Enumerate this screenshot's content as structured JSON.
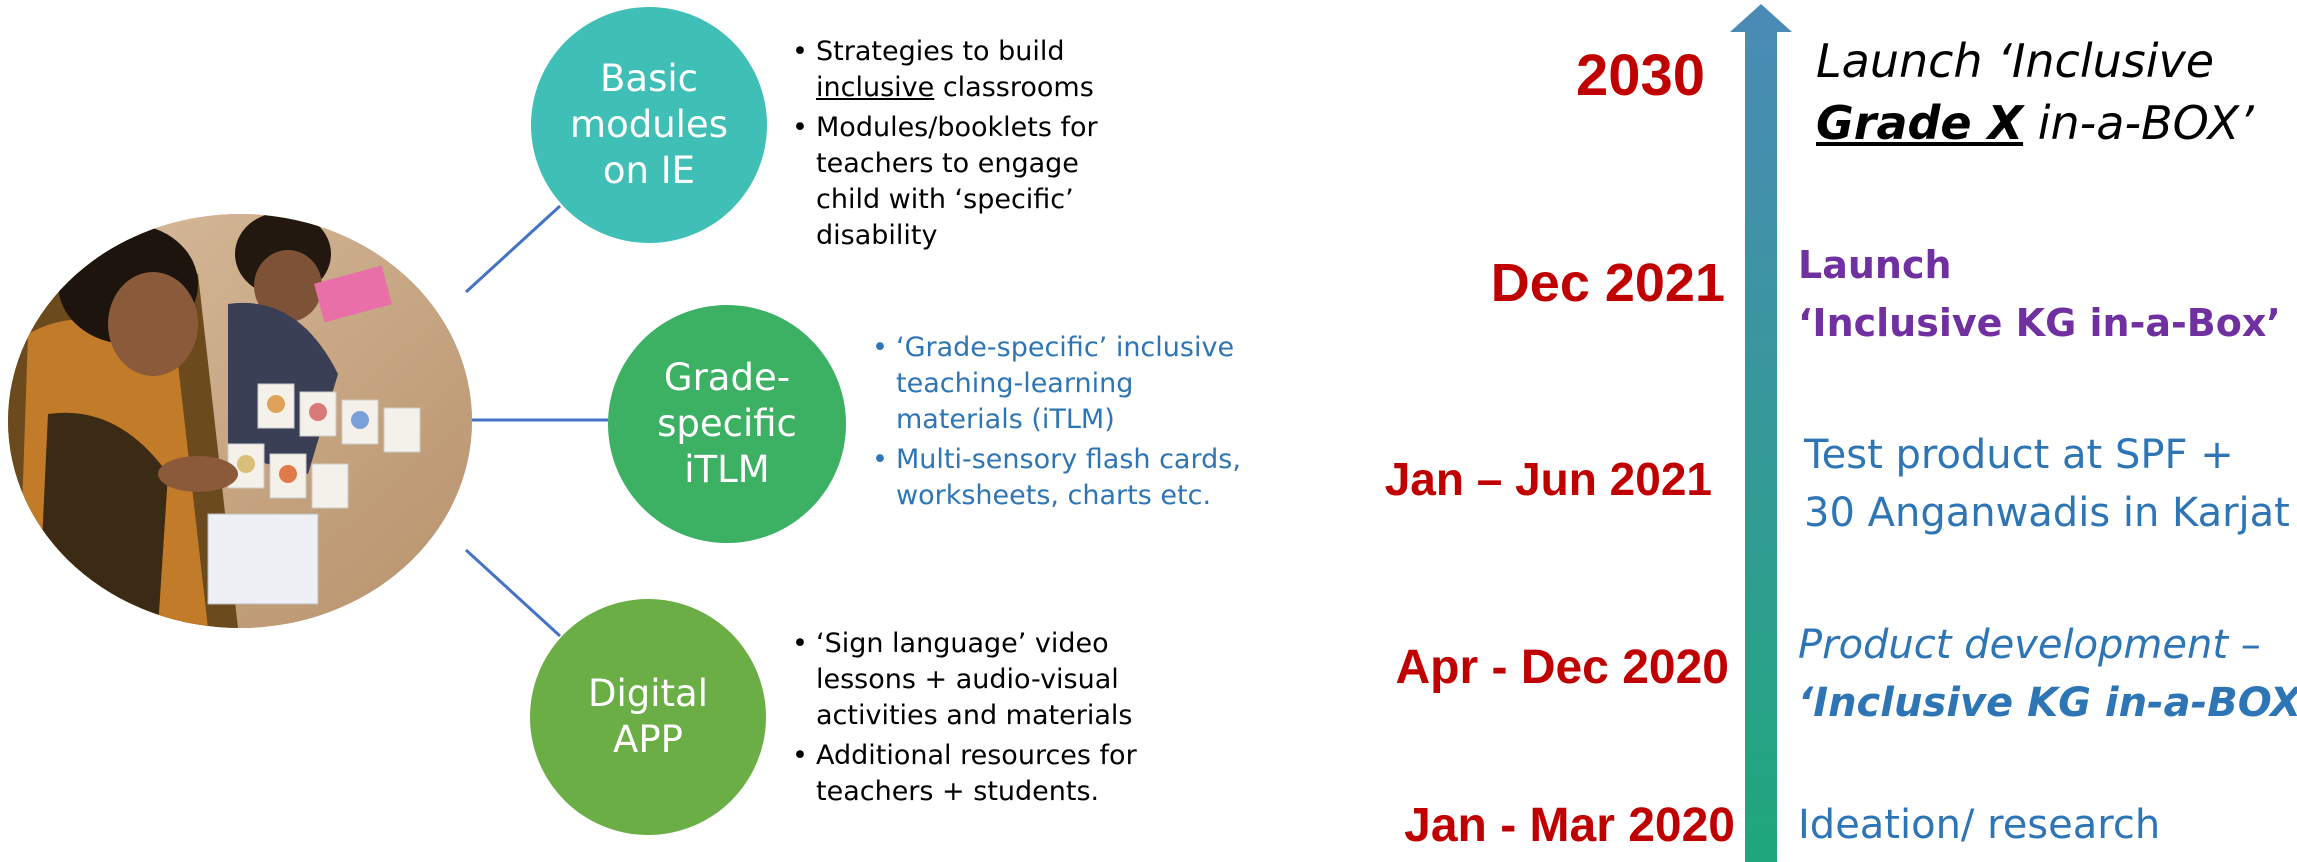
{
  "colors": {
    "teal": "#3fbfb5",
    "green": "#3cb063",
    "olive_green": "#6aae45",
    "connector_blue": "#4472c4",
    "year_red": "#c00000",
    "purple": "#7030a0",
    "blue_text": "#2e75b6",
    "arrow_top": "#4a8bb5",
    "arrow_bottom": "#1fa77b"
  },
  "photo": {
    "name": "teacher-and-child-with-flash-cards-photo"
  },
  "modules": [
    {
      "title": "Basic\nmodules\non IE",
      "bullets": [
        {
          "before": "Strategies to build",
          "underlined": "inclusive",
          "after": " classrooms"
        },
        {
          "text": "Modules/booklets for teachers to engage child with ‘specific’ disability"
        }
      ]
    },
    {
      "title": "Grade-\nspecific\niTLM",
      "bullets": [
        {
          "text": "‘Grade-specific’ inclusive teaching-learning materials (iTLM)"
        },
        {
          "text": "Multi-sensory flash cards, worksheets, charts etc."
        }
      ]
    },
    {
      "title": "Digital\nAPP",
      "bullets": [
        {
          "text": "‘Sign language’ video lessons + audio-visual activities and materials"
        },
        {
          "text": "Additional resources for teachers + students."
        }
      ]
    }
  ],
  "timeline": [
    {
      "year": "2030",
      "line1_a": "Launch ‘Inclusive",
      "line2_bold": "Grade X",
      "line2_rest": " in-a-BOX’"
    },
    {
      "year": "Dec 2021",
      "line1": "Launch",
      "line2": "‘Inclusive KG in-a-Box’"
    },
    {
      "year": "Jan – Jun 2021",
      "line1": "Test product at SPF +",
      "line2": "30 Anganwadis in Karjat"
    },
    {
      "year": "Apr - Dec 2020",
      "line1": "Product development –",
      "line2": "‘Inclusive KG in-a-BOX’"
    },
    {
      "year": "Jan - Mar 2020",
      "line1": "Ideation/ research"
    }
  ]
}
